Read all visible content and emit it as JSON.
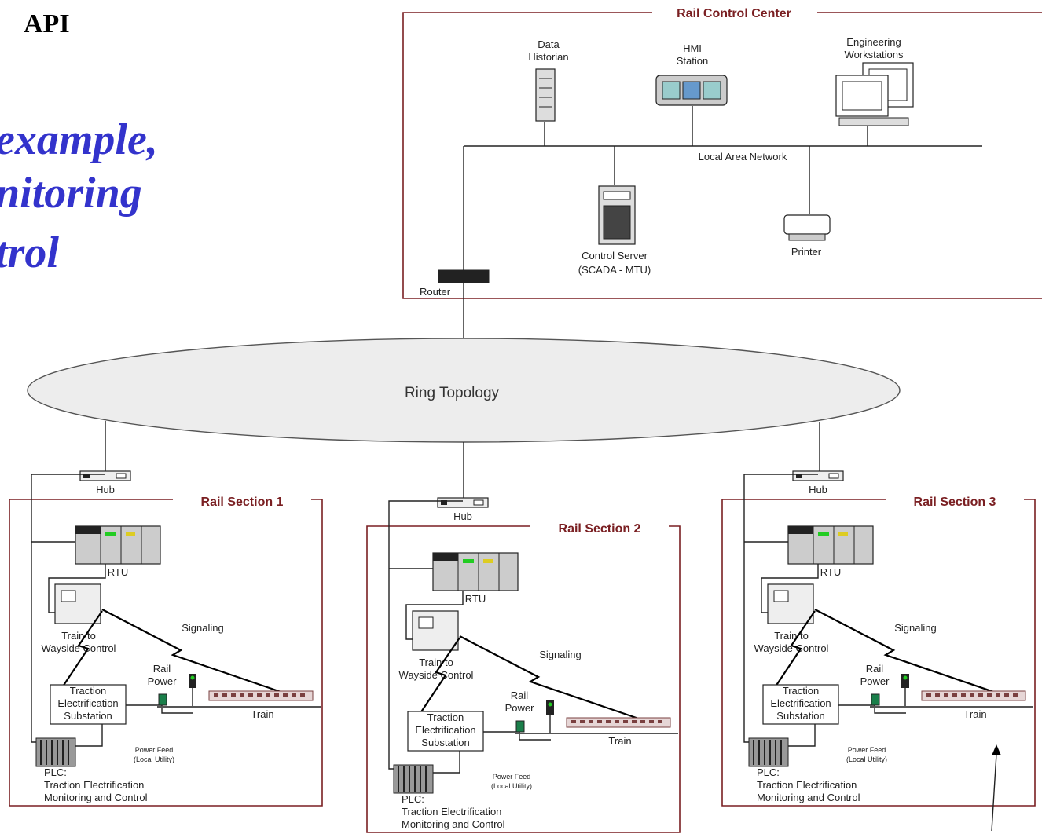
{
  "slide": {
    "header": "API",
    "headline_lines": [
      "example,",
      "nitoring",
      "trol"
    ]
  },
  "control_center": {
    "title": "Rail Control Center",
    "data_historian": [
      "Data",
      "Historian"
    ],
    "hmi_station": [
      "HMI",
      "Station"
    ],
    "engineering_workstations": [
      "Engineering",
      "Workstations"
    ],
    "lan": "Local Area Network",
    "control_server": [
      "Control Server",
      "(SCADA - MTU)"
    ],
    "printer": "Printer",
    "router": "Router"
  },
  "ring": "Ring Topology",
  "sections": [
    {
      "title": "Rail Section 1",
      "hub": "Hub",
      "rtu": "RTU",
      "train_wayside": [
        "Train to",
        "Wayside Control"
      ],
      "signaling": "Signaling",
      "rail_power": [
        "Rail",
        "Power"
      ],
      "substation": [
        "Traction",
        "Electrification",
        "Substation"
      ],
      "train": "Train",
      "power_feed": [
        "Power Feed",
        "(Local Utility)"
      ],
      "plc": [
        "PLC:",
        "Traction Electrification",
        "Monitoring and Control"
      ]
    },
    {
      "title": "Rail Section 2",
      "hub": "Hub",
      "rtu": "RTU",
      "train_wayside": [
        "Train to",
        "Wayside Control"
      ],
      "signaling": "Signaling",
      "rail_power": [
        "Rail",
        "Power"
      ],
      "substation": [
        "Traction",
        "Electrification",
        "Substation"
      ],
      "train": "Train",
      "power_feed": [
        "Power Feed",
        "(Local Utility)"
      ],
      "plc": [
        "PLC:",
        "Traction Electrification",
        "Monitoring and Control"
      ]
    },
    {
      "title": "Rail Section 3",
      "hub": "Hub",
      "rtu": "RTU",
      "train_wayside": [
        "Train to",
        "Wayside Control"
      ],
      "signaling": "Signaling",
      "rail_power": [
        "Rail",
        "Power"
      ],
      "substation": [
        "Traction",
        "Electrification",
        "Substation"
      ],
      "train": "Train",
      "power_feed": [
        "Power Feed",
        "(Local Utility)"
      ],
      "plc": [
        "PLC:",
        "Traction Electrification",
        "Monitoring and Control"
      ]
    }
  ],
  "colors": {
    "headline": "#3333cc",
    "section_title": "#7a1f22",
    "ring_fill": "#ededed",
    "box_stroke": "#7a1f22"
  }
}
